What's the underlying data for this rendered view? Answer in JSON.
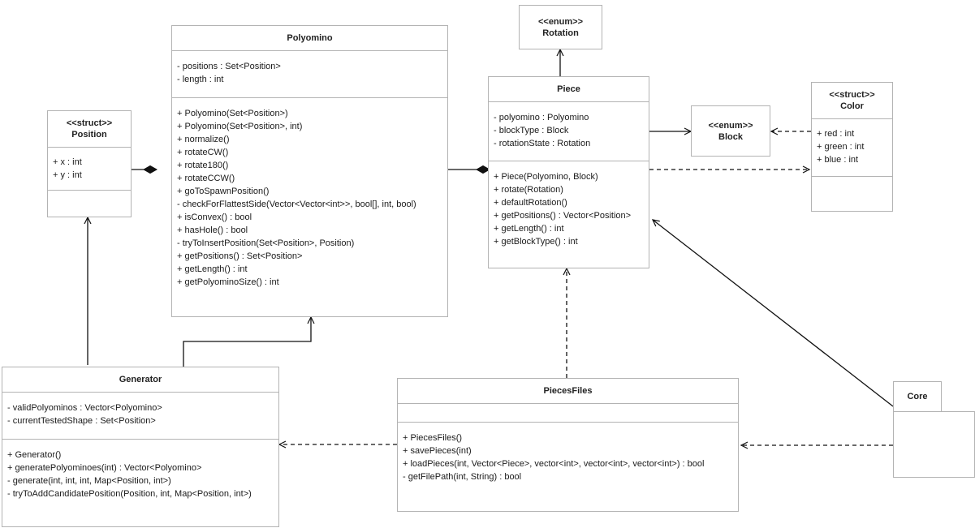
{
  "diagram": {
    "title": "UML class diagram",
    "type": "uml-class-diagram",
    "stroke_color": "#b3b3b3",
    "edge_color": "#111111",
    "background": "#ffffff"
  },
  "classes": {
    "position": {
      "stereotype": "<<struct>>",
      "name": "Position",
      "attributes": [
        "+ x : int",
        "+ y : int"
      ],
      "methods": []
    },
    "polyomino": {
      "stereotype": "",
      "name": "Polyomino",
      "attributes": [
        "- positions : Set<Position>",
        "- length : int"
      ],
      "methods": [
        "+ Polyomino(Set<Position>)",
        "+ Polyomino(Set<Position>, int)",
        "+ normalize()",
        "+ rotateCW()",
        "+ rotate180()",
        "+ rotateCCW()",
        "+ goToSpawnPosition()",
        "- checkForFlattestSide(Vector<Vector<int>>, bool[], int, bool)",
        "+ isConvex() : bool",
        "+ hasHole() : bool",
        "- tryToInsertPosition(Set<Position>, Position)",
        "+ getPositions() : Set<Position>",
        "+ getLength() : int",
        "+ getPolyominoSize() : int"
      ]
    },
    "rotation": {
      "stereotype": "<<enum>>",
      "name": "Rotation",
      "attributes": [],
      "methods": []
    },
    "piece": {
      "stereotype": "",
      "name": "Piece",
      "attributes": [
        "- polyomino : Polyomino",
        "- blockType : Block",
        "- rotationState : Rotation"
      ],
      "methods": [
        "+ Piece(Polyomino, Block)",
        "+ rotate(Rotation)",
        "+ defaultRotation()",
        "+ getPositions() : Vector<Position>",
        "+ getLength() : int",
        "+ getBlockType() : int"
      ]
    },
    "block": {
      "stereotype": "<<enum>>",
      "name": "Block",
      "attributes": [],
      "methods": []
    },
    "color": {
      "stereotype": "<<struct>>",
      "name": "Color",
      "attributes": [
        "+ red : int",
        "+ green : int",
        "+ blue : int"
      ],
      "methods": []
    },
    "generator": {
      "stereotype": "",
      "name": "Generator",
      "attributes": [
        "- validPolyominos : Vector<Polyomino>",
        "- currentTestedShape : Set<Position>"
      ],
      "methods": [
        "+ Generator()",
        "+ generatePolyominoes(int) : Vector<Polyomino>",
        "- generate(int, int, int, Map<Position, int>)",
        "- tryToAddCandidatePosition(Position, int, Map<Position, int>)"
      ]
    },
    "piecesfiles": {
      "stereotype": "",
      "name": "PiecesFiles",
      "attributes": [],
      "methods": [
        "+ PiecesFiles()",
        "+ savePieces(int)",
        "+ loadPieces(int, Vector<Piece>, vector<int>, vector<int>, vector<int>) : bool",
        "- getFilePath(int, String) : bool"
      ]
    },
    "core": {
      "stereotype": "",
      "name": "Core",
      "attributes": [],
      "methods": []
    }
  },
  "relationships": [
    {
      "id": "position-polyomino",
      "from": "Position",
      "to": "Polyomino",
      "type": "composition"
    },
    {
      "id": "polyomino-piece",
      "from": "Polyomino",
      "to": "Piece",
      "type": "composition"
    },
    {
      "id": "piece-rotation",
      "from": "Piece",
      "to": "Rotation",
      "type": "association"
    },
    {
      "id": "piece-block",
      "from": "Piece",
      "to": "Block",
      "type": "association"
    },
    {
      "id": "color-block",
      "from": "Color",
      "to": "Block",
      "type": "dependency"
    },
    {
      "id": "piece-color",
      "from": "Piece",
      "to": "Color",
      "type": "dependency"
    },
    {
      "id": "generator-position",
      "from": "Generator",
      "to": "Position",
      "type": "association"
    },
    {
      "id": "generator-polyomino",
      "from": "Generator",
      "to": "Polyomino",
      "type": "association"
    },
    {
      "id": "piecesfiles-generator",
      "from": "PiecesFiles",
      "to": "Generator",
      "type": "dependency"
    },
    {
      "id": "piecesfiles-piece",
      "from": "PiecesFiles",
      "to": "Piece",
      "type": "dependency"
    },
    {
      "id": "core-piecesfiles",
      "from": "Core",
      "to": "PiecesFiles",
      "type": "dependency"
    },
    {
      "id": "core-piece",
      "from": "Core",
      "to": "Piece",
      "type": "association"
    }
  ]
}
